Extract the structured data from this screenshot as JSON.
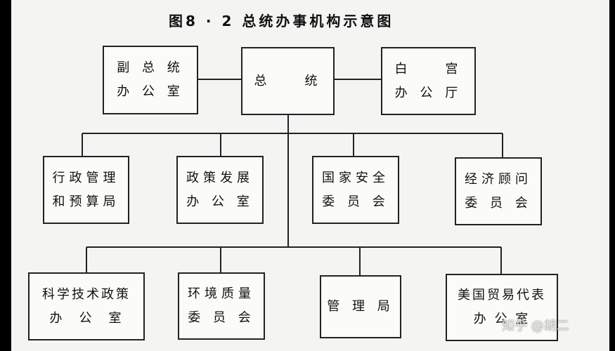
{
  "title": "图8 · 2    总统办事机构示意图",
  "top_row": {
    "vice_president": [
      "副 总 统",
      "办 公 室"
    ],
    "president": [
      "总　　统"
    ],
    "white_house": [
      "白　　宫",
      "办 公 厅"
    ]
  },
  "middle_row": [
    [
      "行政管理",
      "和预算局"
    ],
    [
      "政策发展",
      "办 公 室"
    ],
    [
      "国家安全",
      "委 员 会"
    ],
    [
      "经济顾问",
      "委 员 会"
    ]
  ],
  "bottom_row": [
    [
      "科学技术政策",
      "办　公　室"
    ],
    [
      "环境质量",
      "委 员 会"
    ],
    [
      "管 理 局"
    ],
    [
      "美国贸易代表",
      "办 公 室"
    ]
  ],
  "watermark": "知乎 @胡二"
}
